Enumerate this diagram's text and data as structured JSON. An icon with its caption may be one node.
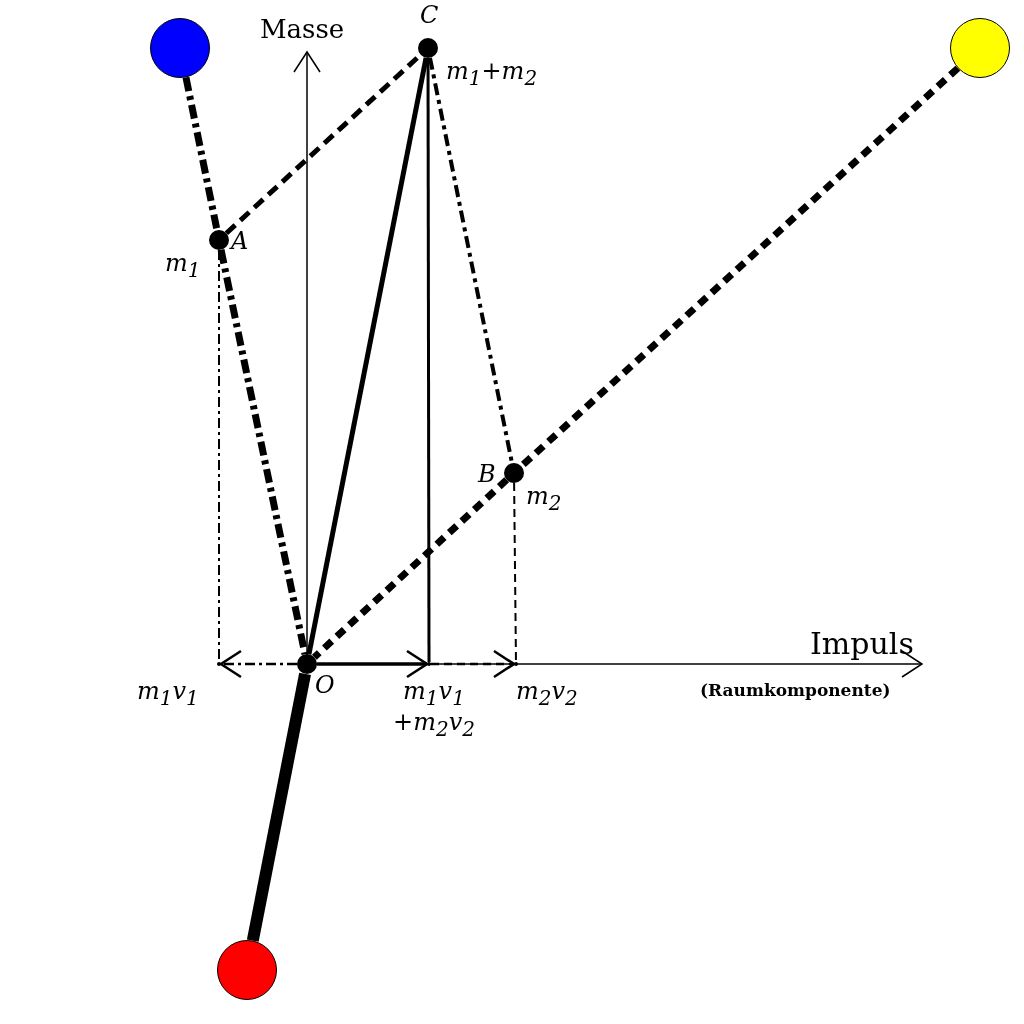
{
  "diagram": {
    "nodes": [
      {
        "text": [],
        "shape": "circle"
      },
      {
        "text": [],
        "shape": "circle"
      },
      {
        "text": [],
        "shape": "circle"
      },
      {
        "text": [
          "C"
        ],
        "beside": [
          "m$_{1}$+m$_{2}$"
        ]
      },
      {
        "text": [
          "A"
        ],
        "beside": [
          "m$_{1}$"
        ]
      },
      {
        "text": [
          "B"
        ],
        "beside": [
          "m$_{2}$"
        ]
      },
      {
        "text": [
          "O"
        ]
      },
      {
        "text": [],
        "shape": "point",
        "beside": [
          "m$_{1}$v$_{1}$"
        ]
      },
      {
        "text": [],
        "shape": "point",
        "beside": [
          "m$_{1}$v$_{1}$ +m$_{2}$v$_{2}$"
        ]
      },
      {
        "text": [],
        "shape": "point",
        "beside": [
          "m$_{2}$v$_{2}$"
        ]
      }
    ],
    "edges": [
      {
        "from": 0,
        "to": 4,
        "arrow": "none",
        "style": "dashed"
      },
      {
        "from": 4,
        "to": 6,
        "arrow": "none",
        "style": "dashed"
      },
      {
        "from": 1,
        "to": 5,
        "arrow": "none",
        "style": "dashed"
      },
      {
        "from": 5,
        "to": 6,
        "arrow": "none",
        "style": "dashed"
      },
      {
        "from": 4,
        "to": 3,
        "arrow": "none",
        "style": "dashed"
      },
      {
        "from": 3,
        "to": 5,
        "arrow": "none",
        "style": "dashed"
      },
      {
        "from": 6,
        "to": 3,
        "arrow": "none"
      },
      {
        "from": 3,
        "to": 8,
        "arrow": "none"
      },
      {
        "from": 4,
        "to": 7,
        "arrow": "none",
        "style": "dashed"
      },
      {
        "from": 5,
        "to": 9,
        "arrow": "none",
        "style": "dashed"
      },
      {
        "from": 6,
        "to": 7,
        "arrow": "to",
        "style": "dashed"
      },
      {
        "from": 6,
        "to": 8,
        "arrow": "to"
      },
      {
        "from": 8,
        "to": 9,
        "arrow": "to",
        "style": "dashed"
      },
      {
        "from": 2,
        "to": 6,
        "arrow": "none",
        "style": "thick"
      }
    ],
    "labels": [
      "Masse",
      "Impuls",
      "(Raumkomponente)"
    ]
  }
}
